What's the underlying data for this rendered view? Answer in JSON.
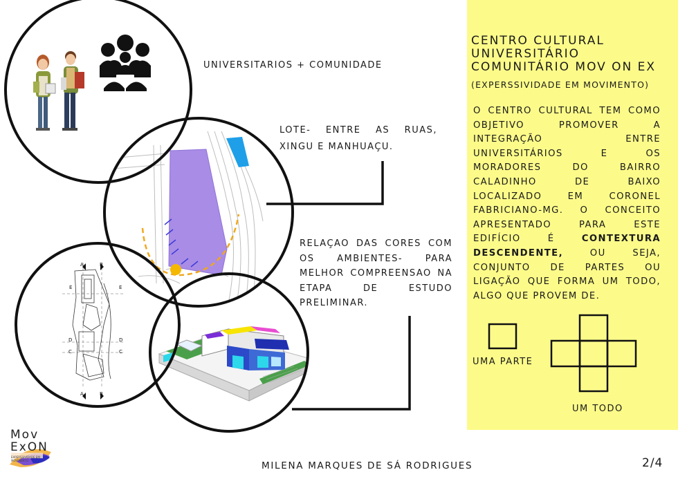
{
  "caption_users": "UNIVERSITARIOS + COMUNIDADE",
  "caption_site": "LOTE- ENTRE AS RUAS, XINGU E MANHUAÇU.",
  "caption_colors": "RELAÇAO DAS CORES COM OS AMBIENTES- PARA MELHOR COMPREENSAO NA ETAPA DE ESTUDO PRELIMINAR.",
  "panel": {
    "title": "CENTRO CULTURAL UNIVERSITÁRIO COMUNITÁRIO MOV ON EX",
    "subtitle": "(EXPERSSIVIDADE EM MOVIMENTO)",
    "body_before": "O CENTRO CULTURAL TEM COMO OBJETIVO PROMOVER A INTEGRAÇÃO ENTRE UNIVERSITÁRIOS E OS MORADORES DO BAIRRO CALADINHO DE BAIXO LOCALIZADO EM CORONEL FABRICIANO-MG. O CONCEITO APRESENTADO PARA ESTE EDIFÍCIO É",
    "body_bold": "CONTEXTURA DESCENDENTE,",
    "body_after": "OU SEJA, CONJUNTO DE PARTES OU LIGAÇÃO QUE FORMA UM TODO, ALGO QUE PROVEM DE.",
    "part_label": "UMA PARTE",
    "whole_label": "UM TODO",
    "background_color": "#fcfb8a"
  },
  "logo": {
    "line1": "Mov",
    "line2": "ExON",
    "tagline": "EXPERSSIVIDADE EM MOVIMENTO"
  },
  "author": "MILENA MARQUES DE SÁ RODRIGUES",
  "page_number": "2/4",
  "plan_labels": {
    "a": "A",
    "b": "B",
    "c": "C",
    "d": "D",
    "e": "E"
  },
  "icons": {
    "people": "students-illustration",
    "group": "group-icon"
  }
}
